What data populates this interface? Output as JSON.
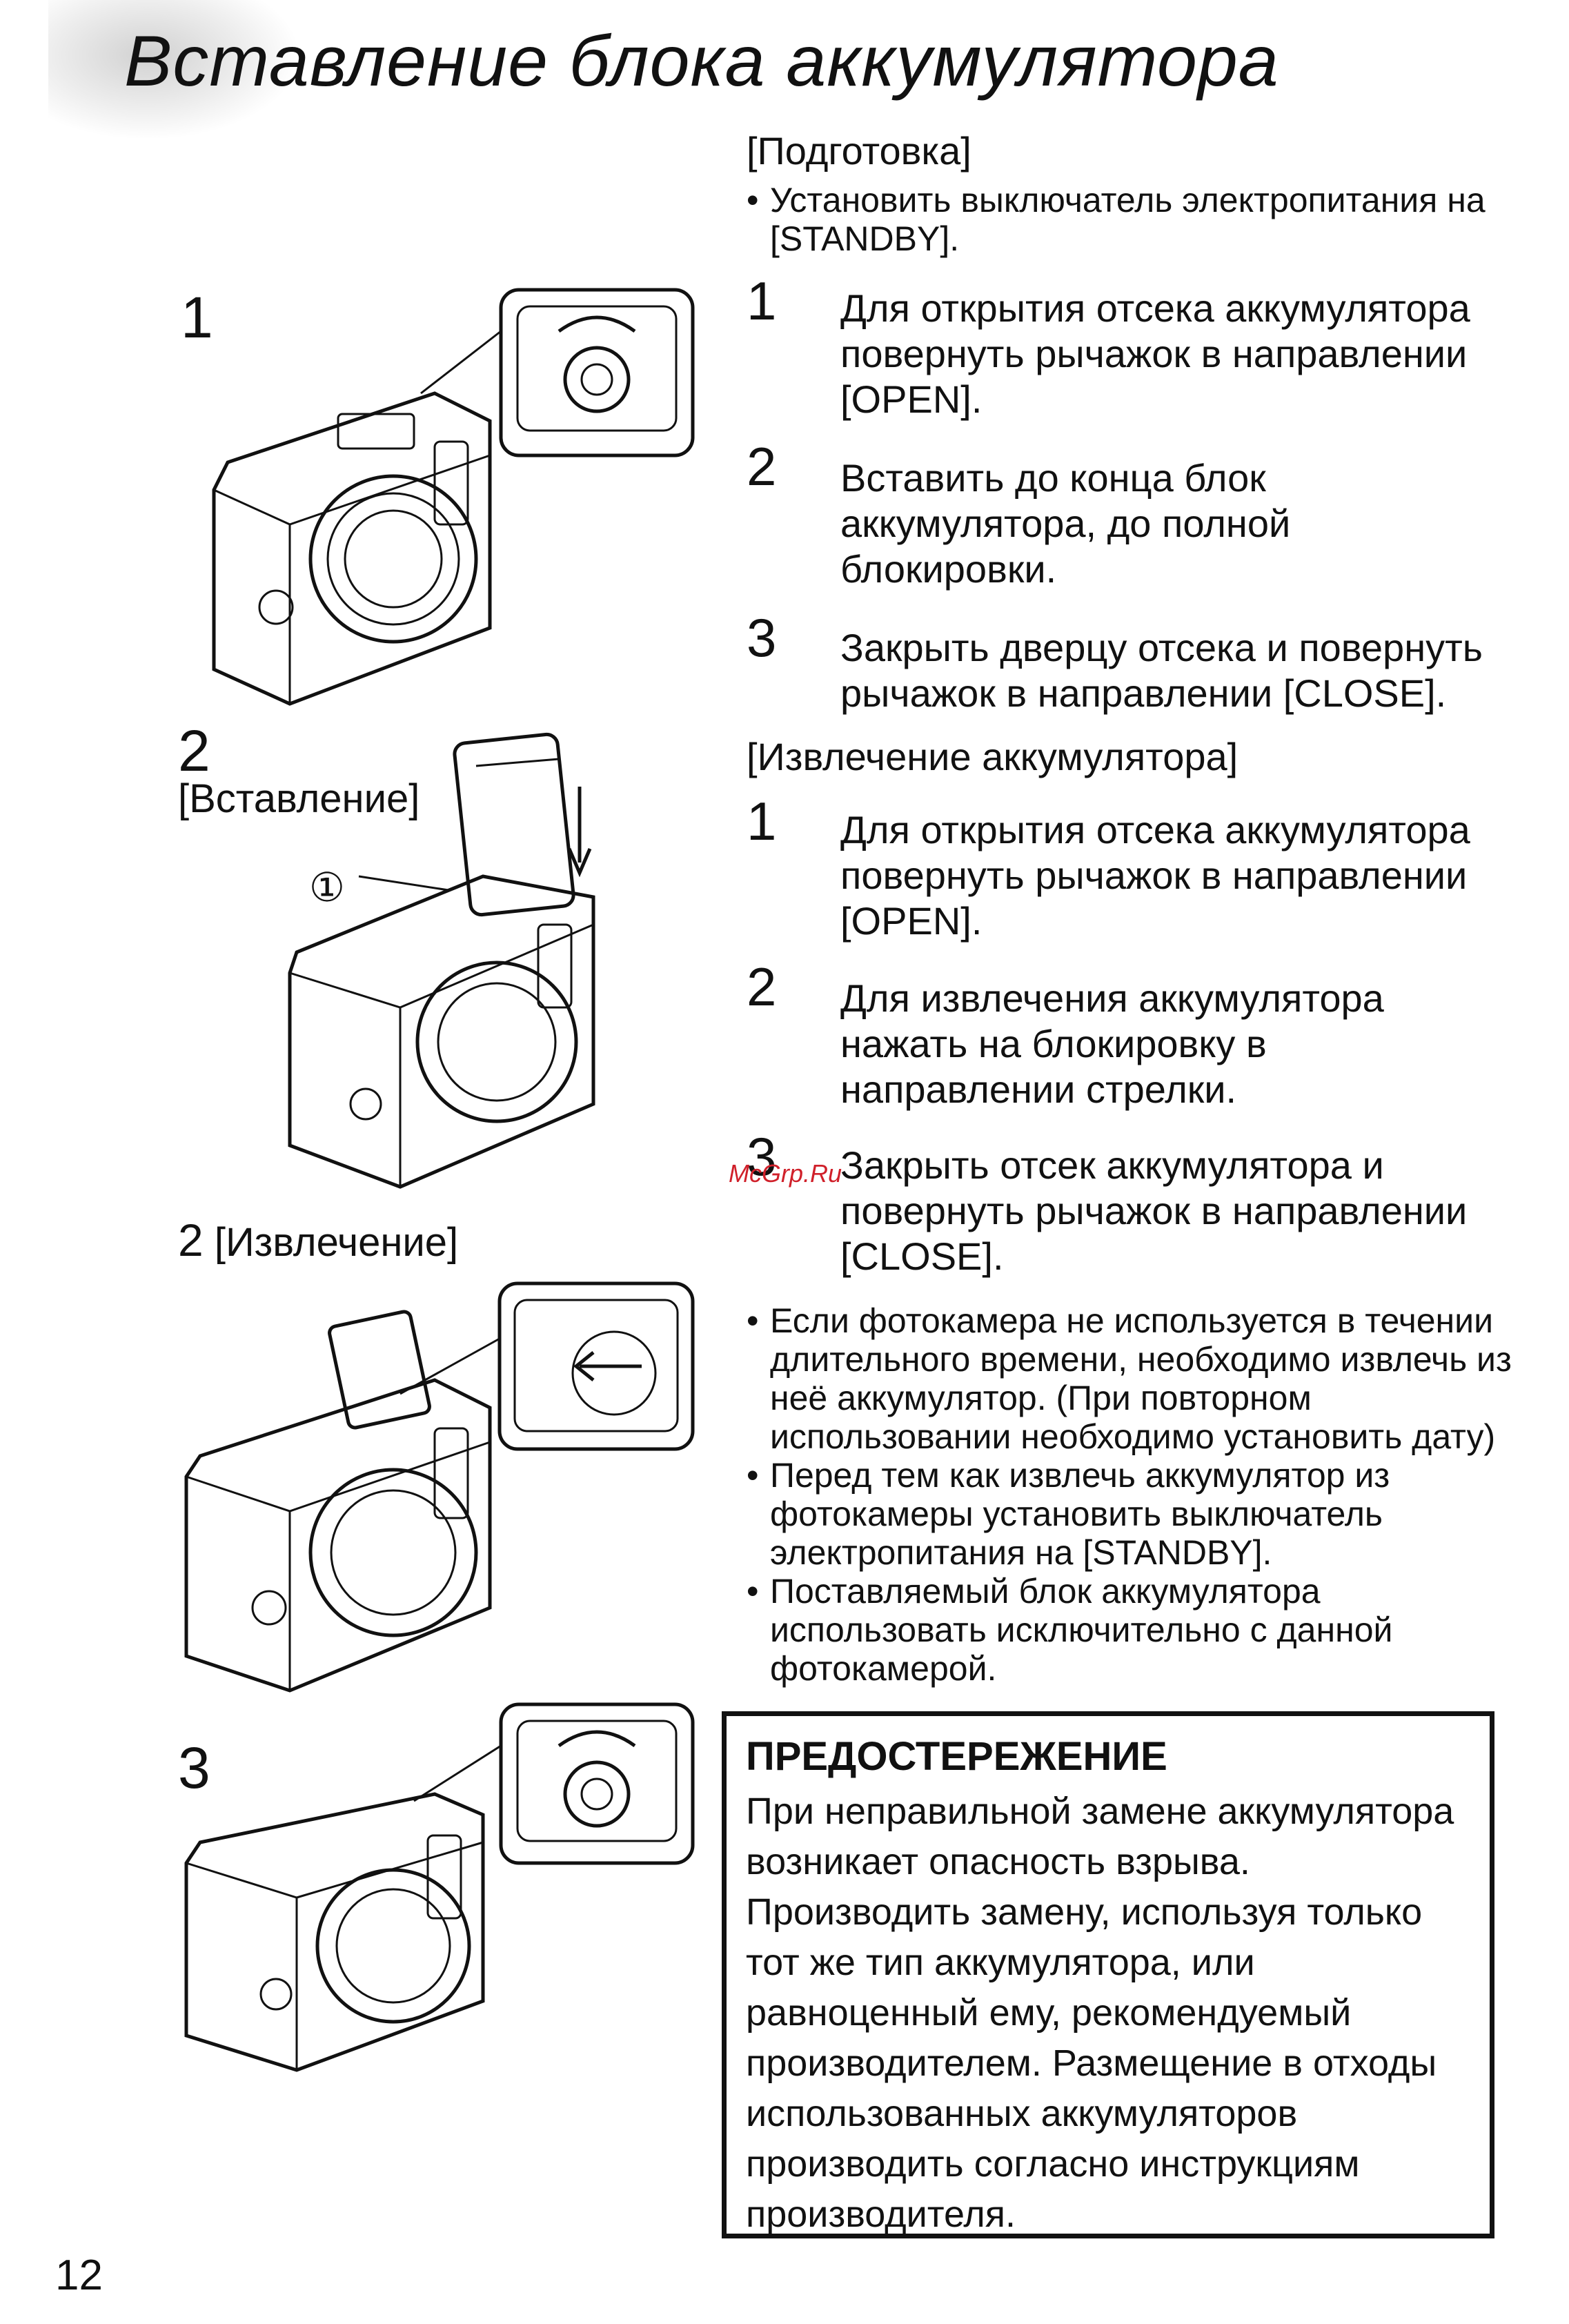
{
  "title": "Вставление блока аккумулятора",
  "preparation": {
    "heading": "[Подготовка]",
    "bullet": "Установить выключатель электропитания на [STANDBY]."
  },
  "insert_steps": [
    {
      "num": "1",
      "text": "Для открытия отсека аккумулятора повернуть рычажок в направлении [OPEN]."
    },
    {
      "num": "2",
      "text": "Вставить до конца блок аккумулятора, до полной блокировки."
    },
    {
      "num": "3",
      "text": "Закрыть дверцу отсека и повернуть рычажок в направлении [CLOSE]."
    }
  ],
  "removal": {
    "heading": "[Извлечение аккумулятора]",
    "steps": [
      {
        "num": "1",
        "text": "Для открытия отсека аккумулятора повернуть рычажок в направлении [OPEN]."
      },
      {
        "num": "2",
        "text": "Для извлечения аккумулятора нажать на блокировку в направлении стрелки."
      },
      {
        "num": "3",
        "text": "Закрыть отсек аккумулятора и повернуть рычажок в направлении [CLOSE]."
      }
    ]
  },
  "notes": [
    "Если фотокамера не используется в течении длительного времени, необходимо извлечь из неё аккумулятор. (При повторном использовании необходимо установить дату)",
    "Перед тем как извлечь аккумулятор из фотокамеры установить выключатель электропитания на [STANDBY].",
    "Поставляемый блок аккумулятора использовать исключительно с данной фотокамерой."
  ],
  "warning": {
    "title": "ПРЕДОСТЕРЕЖЕНИЕ",
    "body": "При неправильной замене аккумулятора возникает опасность взрыва. Производить замену, используя только тот же тип аккумулятора, или равноценный ему, рекомендуемый производителем. Размещение в отходы использованных аккумуляторов производить согласно инструкциям производителя."
  },
  "illustrations": {
    "fig1": {
      "num": "1"
    },
    "fig2": {
      "num": "2",
      "label": "[Вставление]",
      "callout": "①"
    },
    "fig3": {
      "num": "2",
      "label": "[Извлечение]"
    },
    "fig4": {
      "num": "3"
    }
  },
  "watermark": "McGrp.Ru",
  "page_number": "12"
}
